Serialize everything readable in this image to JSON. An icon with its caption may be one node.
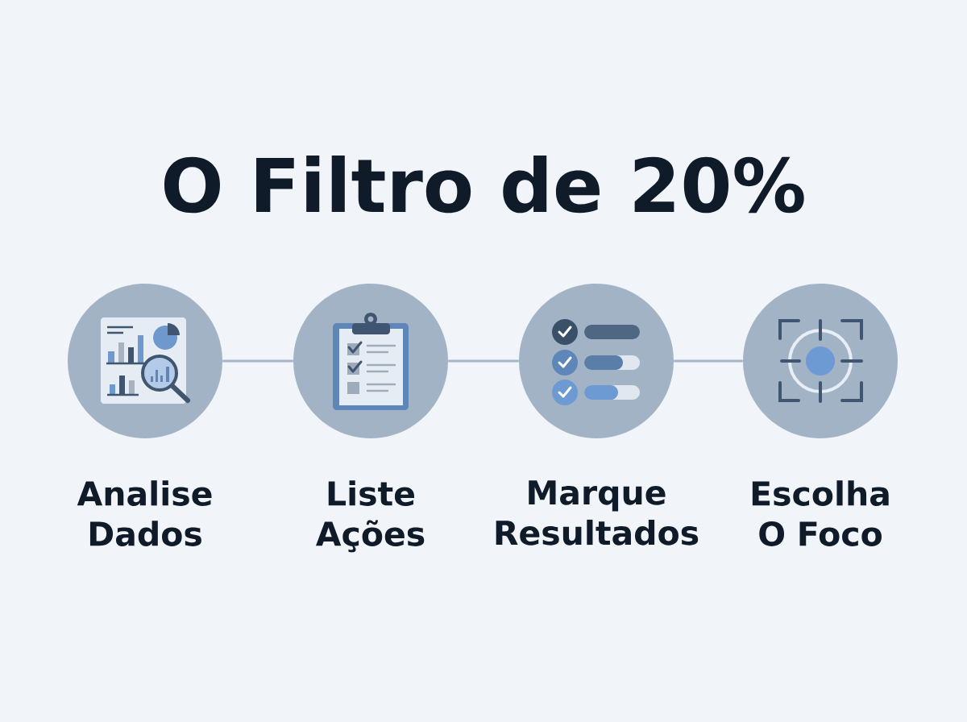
{
  "diagram": {
    "title": "O Filtro de 20%",
    "nodes": [
      {
        "text": [
          "Analise Dados"
        ]
      },
      {
        "text": [
          "Liste Ações"
        ]
      },
      {
        "text": [
          "Marque Resultados"
        ]
      },
      {
        "text": [
          "Escolha O Foco"
        ]
      }
    ],
    "edges": [
      {
        "from": 0,
        "to": 1,
        "arrow": "none"
      },
      {
        "from": 1,
        "to": 2,
        "arrow": "none"
      },
      {
        "from": 2,
        "to": 3,
        "arrow": "none"
      }
    ]
  }
}
